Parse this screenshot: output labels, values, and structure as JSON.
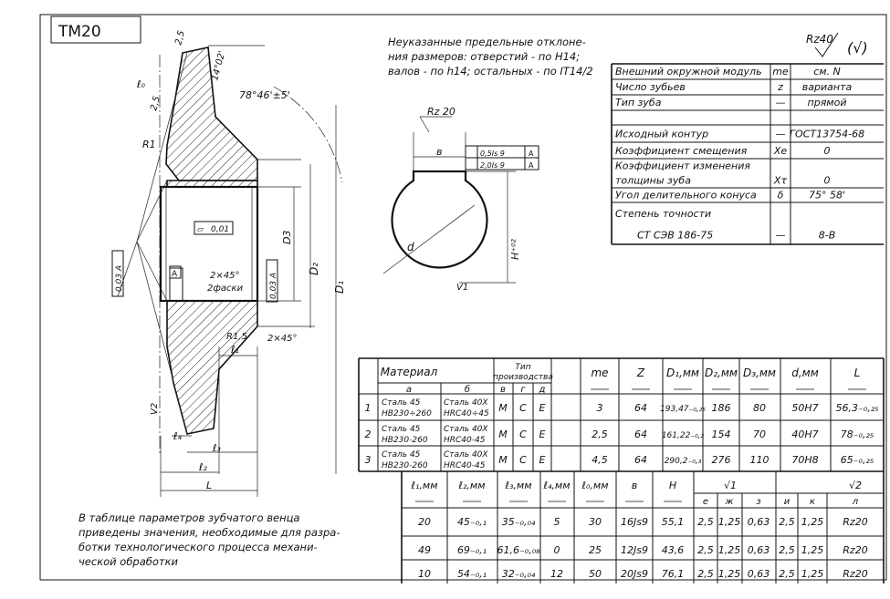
{
  "title_block": {
    "code": "ТМ20"
  },
  "roughness_symbol": {
    "text": "Rz40",
    "bracket": "(√)"
  },
  "general_note": [
    "Неуказанные предельные отклоне-",
    "ния размеров: отверстий - по Н14;",
    "валов - по h14; остальных - по IT14/2"
  ],
  "bottom_note": [
    "В таблице параметров зубчатого венца",
    "приведены значения, необходимые для разра-",
    "ботки технологического процесса механи-",
    "ческой обработки"
  ],
  "gear_params": [
    {
      "name": "Внешний окружной модуль",
      "sym": "me",
      "val": "см. N"
    },
    {
      "name": "Число зубьев",
      "sym": "z",
      "val": "варианта"
    },
    {
      "name": "Тип зуба",
      "sym": "—",
      "val": "прямой"
    },
    {
      "name": "",
      "sym": "",
      "val": ""
    },
    {
      "name": "Исходный контур",
      "sym": "—",
      "val": "ГОСТ13754-68"
    },
    {
      "name": "Коэффициент смещения",
      "sym": "Xe",
      "val": "0"
    },
    {
      "name": "Коэффициент изменения",
      "sym": "",
      "val": ""
    },
    {
      "name": "толщины зуба",
      "sym": "Xτ",
      "val": "0"
    },
    {
      "name": "Угол делительного конуса",
      "sym": "δ",
      "val": "75° 58'"
    },
    {
      "name": "Степень точности",
      "sym": "",
      "val": ""
    },
    {
      "name": "СТ СЭВ 186-75",
      "sym": "—",
      "val": "8-В"
    }
  ],
  "drawing_labels": {
    "l0": "ℓ₀",
    "chamfer_top": "2,5",
    "angle_top": "14°02'",
    "chamfer2": "2,5",
    "cone_angle": "78°46'±5'",
    "r1": "R1",
    "flat_tol": "0,01",
    "flat_sym": "⏥",
    "datum_a": "A",
    "chamfer_note1": "2×45°",
    "chamfer_note2": "2фаски",
    "runout1": "0,03 A",
    "runout2": "0,03 A",
    "d3": "D3",
    "d2": "D₂",
    "d1": "D₁",
    "r15": "R1,5",
    "chamfer3": "2×45°",
    "l1": "ℓ₁",
    "v2": "V2",
    "l4": "ℓ₄",
    "l3": "ℓ₃",
    "l2": "ℓ₂",
    "L": "L",
    "key_rz": "Rz 20",
    "key_b": "в",
    "key_tol1": "0,5Is 9",
    "key_tol2": "2,0Is 9",
    "key_datum": "A",
    "key_d": "d",
    "key_h": "H⁺⁰²",
    "key_v1": "V1"
  },
  "variants_table": {
    "header": {
      "material": "Материал",
      "prod_type": "Тип производства",
      "cols": [
        "mе",
        "Z",
        "D₁,мм",
        "D₂,мм",
        "D₃,мм",
        "d,мм",
        "L"
      ],
      "sub": [
        "а",
        "б",
        "в",
        "г",
        "д"
      ]
    },
    "rows": [
      {
        "n": "1",
        "a": [
          "Сталь 45",
          "НВ230÷260"
        ],
        "b": [
          "Сталь 40Х",
          "HRC40÷45"
        ],
        "v": "М",
        "g": "С",
        "d": "Е",
        "me": "3",
        "z": "64",
        "D1": "193,47₋₀,₂₅",
        "D2": "186",
        "D3": "80",
        "dd": "50Н7",
        "L": "56,3₋₀,₂₅"
      },
      {
        "n": "2",
        "a": [
          "Сталь 45",
          "НВ230-260"
        ],
        "b": [
          "Сталь 40Х",
          "HRC40-45"
        ],
        "v": "М",
        "g": "С",
        "d": "Е",
        "me": "2,5",
        "z": "64",
        "D1": "161,22₋₀,₂",
        "D2": "154",
        "D3": "70",
        "dd": "40Н7",
        "L": "78₋₀,₂₅"
      },
      {
        "n": "3",
        "a": [
          "Сталь 45",
          "НВ230-260"
        ],
        "b": [
          "Сталь 40Х",
          "HRC40-45"
        ],
        "v": "М",
        "g": "С",
        "d": "Е",
        "me": "4,5",
        "z": "64",
        "D1": "290,2₋₀,₃",
        "D2": "276",
        "D3": "110",
        "dd": "70Н8",
        "L": "65₋₀,₂₅"
      }
    ]
  },
  "dims_table": {
    "header": [
      "ℓ₁,мм",
      "ℓ₂,мм",
      "ℓ₃,мм",
      "ℓ₄,мм",
      "ℓ₀,мм",
      "в",
      "Н",
      "√1",
      "√2"
    ],
    "sub": [
      "е",
      "ж",
      "з",
      "и",
      "к",
      "л"
    ],
    "rows": [
      {
        "l1": "20",
        "l2": "45₋₀,₁",
        "l3": "35₋₀,₀₄",
        "l4": "5",
        "l0": "30",
        "b": "16Js9",
        "H": "55,1",
        "e": "2,5",
        "zh": "1,25",
        "z": "0,63",
        "i": "2,5",
        "k": "1,25",
        "l": "Rz20"
      },
      {
        "l1": "49",
        "l2": "69₋₀,₁",
        "l3": "61,6₋₀,₀₈",
        "l4": "0",
        "l0": "25",
        "b": "12Js9",
        "H": "43,6",
        "e": "2,5",
        "zh": "1,25",
        "z": "0,63",
        "i": "2,5",
        "k": "1,25",
        "l": "Rz20"
      },
      {
        "l1": "10",
        "l2": "54₋₀,₁",
        "l3": "32₋₀,₀₄",
        "l4": "12",
        "l0": "50",
        "b": "20Js9",
        "H": "76,1",
        "e": "2,5",
        "zh": "1,25",
        "z": "0,63",
        "i": "2,5",
        "k": "1,25",
        "l": "Rz20"
      }
    ]
  }
}
